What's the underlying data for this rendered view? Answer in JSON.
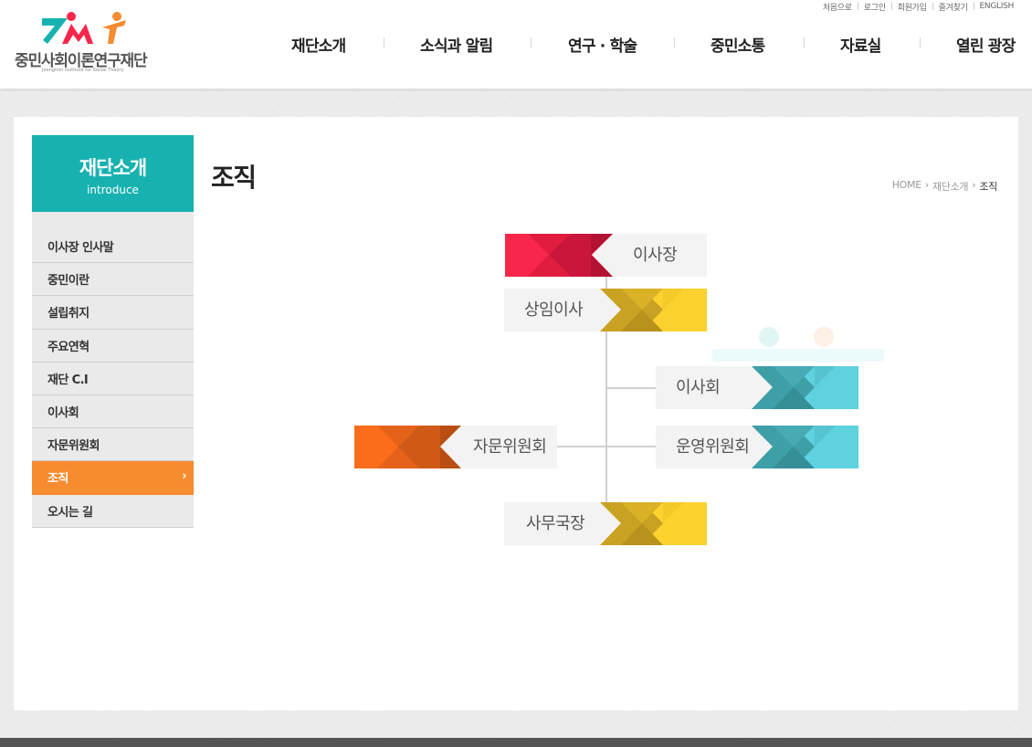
{
  "header": {
    "logo_text": "중민사회이론연구재단",
    "logo_sub": "Joongmin Institute for Social Theory",
    "util": [
      "처음으로",
      "로그인",
      "회원가입",
      "즐겨찾기",
      "ENGLISH"
    ],
    "menu": [
      "재단소개",
      "소식과 알림",
      "연구 · 학술",
      "중민소통",
      "자료실",
      "열린 광장"
    ]
  },
  "sidebar": {
    "title": "재단소개",
    "subtitle": "introduce",
    "items": [
      {
        "label": "이사장 인사말"
      },
      {
        "label": "중민이란"
      },
      {
        "label": "설립취지"
      },
      {
        "label": "주요연혁"
      },
      {
        "label": "재단 C.I"
      },
      {
        "label": "이사회"
      },
      {
        "label": "자문위원회"
      },
      {
        "label": "조직",
        "active": true
      },
      {
        "label": "오시는 길"
      }
    ]
  },
  "page": {
    "title": "조직",
    "breadcrumb": [
      "HOME",
      "재단소개",
      "조직"
    ]
  },
  "org": {
    "chair": "이사장",
    "managing": "상임이사",
    "board": "이사회",
    "advisory": "자문위원회",
    "operations": "운영위원회",
    "secretary": "사무국장"
  },
  "colors": {
    "teal": "#17b2b0",
    "orange_active": "#f68b2f",
    "red": "#f7264a",
    "yellow": "#fdd22e",
    "cyan": "#5ed2de",
    "orange": "#fb6d1a"
  }
}
